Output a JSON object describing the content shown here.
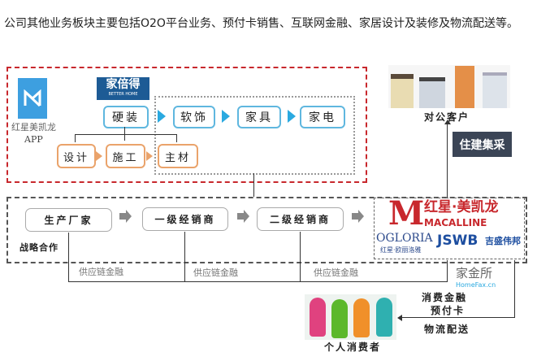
{
  "caption": "公司其他业务板块主要包括O2O平台业务、预付卡销售、互联网金融、家居设计及装修及物流配送等。",
  "top_section": {
    "app_label": "红星美凯龙",
    "app_sub": "APP",
    "brand_cn": "家倍得",
    "brand_en": "BETTER HOME",
    "hard": "硬装",
    "soft": [
      "软饰",
      "家具",
      "家电"
    ],
    "sub": [
      "设计",
      "施工",
      "主材"
    ]
  },
  "chain": {
    "nodes": [
      "生产厂家",
      "一级经销商",
      "二级经销商"
    ],
    "strategic": "战略合作",
    "finance": [
      "供应链金融",
      "供应链金融",
      "供应链金融"
    ]
  },
  "brands": {
    "macalline_cn": "红星·美凯龙",
    "macalline_en": "MACALLINE",
    "ogloria": "OGLORIA",
    "ogloria_cn": "红星·欧丽洛雅",
    "jswb": "JSWB",
    "jswb_cn": "吉盛伟邦"
  },
  "right": {
    "corporate": "对公客户",
    "procurement": "住建集采",
    "homefax_cn": "家金所",
    "homefax_en": "HomeFax.cn",
    "consumer_finance": "消费金融",
    "prepaid": "预付卡",
    "logistics": "物流配送",
    "consumers": "个人消费者"
  },
  "colors": {
    "red": "#c8282d",
    "blue": "#2aa9e0",
    "orange": "#eaa36b"
  }
}
